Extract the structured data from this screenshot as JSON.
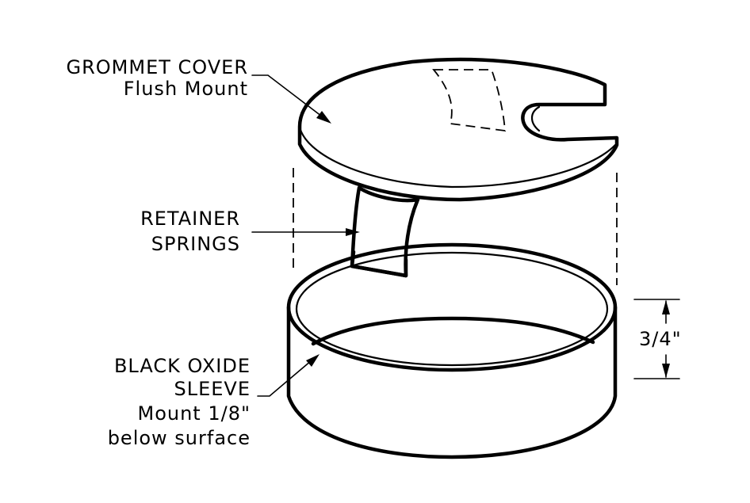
{
  "labels": {
    "cover_line1": "GROMMET COVER",
    "cover_line2": "Flush Mount",
    "springs_line1": "RETAINER",
    "springs_line2": "SPRINGS",
    "sleeve_line1": "BLACK OXIDE",
    "sleeve_line2": "SLEEVE",
    "sleeve_line3": "Mount 1/8\"",
    "sleeve_line4": "below surface",
    "dimension": "3/4\""
  }
}
